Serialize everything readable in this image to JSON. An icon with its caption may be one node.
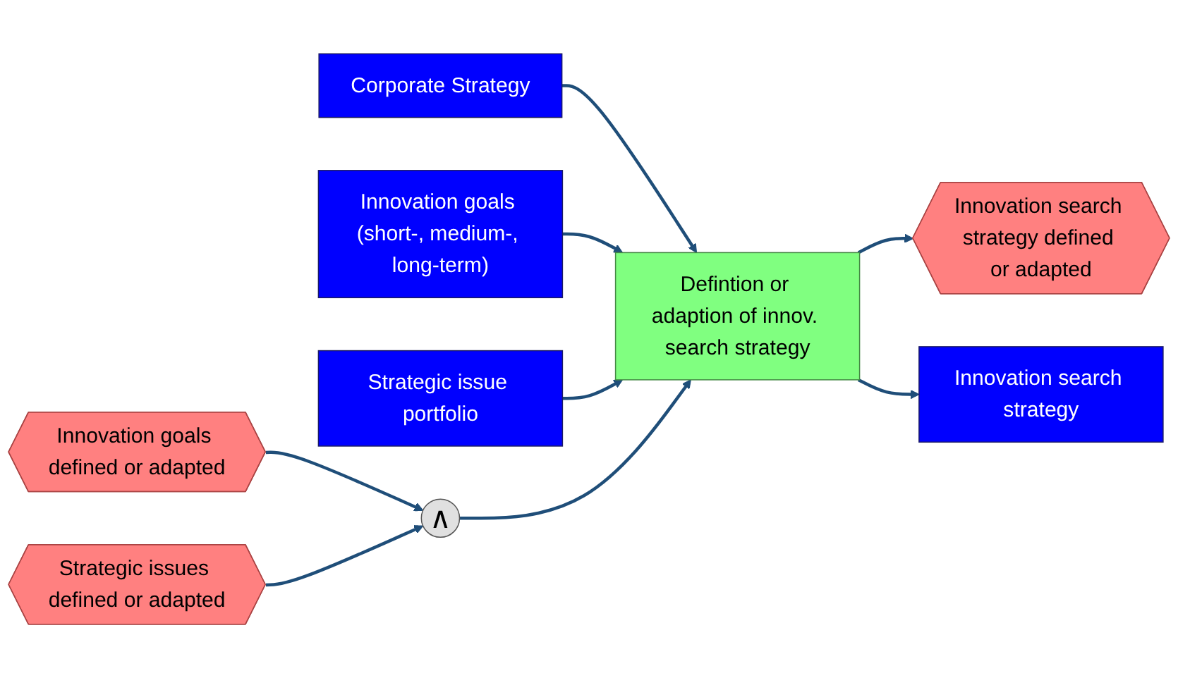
{
  "diagram": {
    "nodes": [
      {
        "text": [
          "Corporate Strategy"
        ]
      },
      {
        "text": [
          "Innovation goals (short-, medium-, long-term)"
        ]
      },
      {
        "text": [
          "Strategic issue portfolio"
        ]
      },
      {
        "text": [
          "Innovation goals defined or adapted"
        ]
      },
      {
        "text": [
          "∧"
        ]
      },
      {
        "text": [
          "Defintion or adaption of innov. search strategy"
        ]
      },
      {
        "text": [
          "Innovation search strategy defined or adapted"
        ]
      },
      {
        "text": [
          "Strategic issues defined or adapted"
        ]
      },
      {
        "text": [
          "Innovation search strategy"
        ]
      }
    ],
    "edges": [
      {
        "from": 0,
        "to": 5,
        "arrow": "to"
      },
      {
        "from": 1,
        "to": 5,
        "arrow": "to"
      },
      {
        "from": 2,
        "to": 5,
        "arrow": "to"
      },
      {
        "from": 3,
        "to": 4,
        "arrow": "to"
      },
      {
        "from": 7,
        "to": 4,
        "arrow": "to"
      },
      {
        "from": 4,
        "to": 5,
        "arrow": "to"
      },
      {
        "from": 5,
        "to": 6,
        "arrow": "to"
      },
      {
        "from": 5,
        "to": 8,
        "arrow": "to"
      }
    ]
  }
}
